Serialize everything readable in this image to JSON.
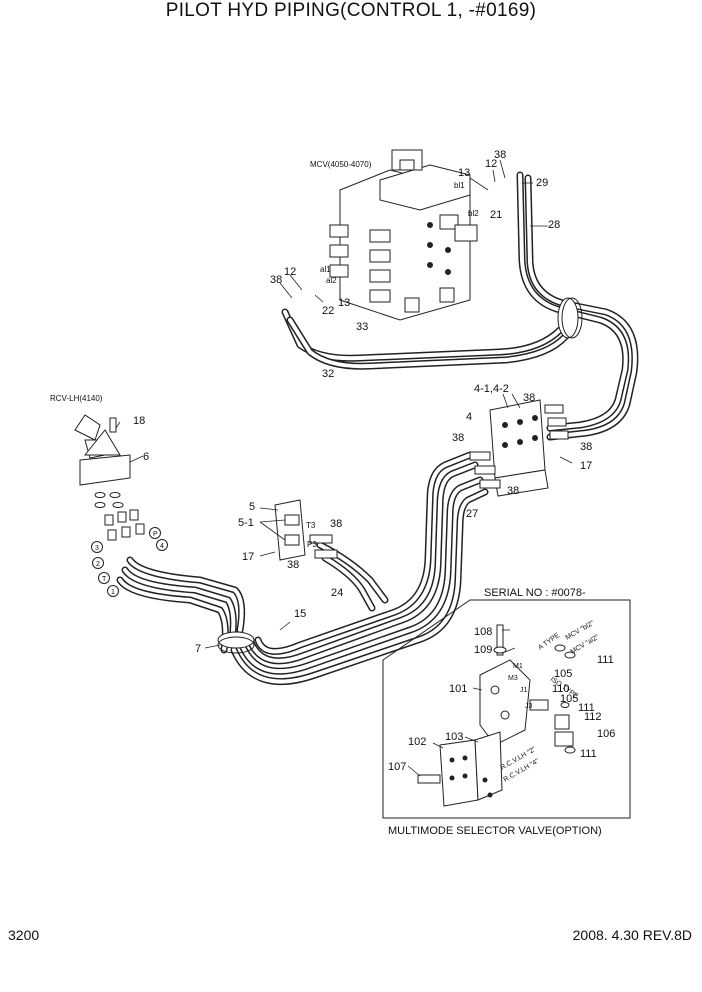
{
  "title": "PILOT HYD PIPING(CONTROL 1, -#0169)",
  "page_number": "3200",
  "revision": "2008. 4.30 REV.8D",
  "callouts": {
    "mcv": "MCV(4050-4070)",
    "rcv": "RCV-LH(4140)",
    "serial": "SERIAL NO : #0078-",
    "multimode": "MULTIMODE SELECTOR VALVE(OPTION)",
    "p12a": "12",
    "p38a": "38",
    "p13a": "13",
    "p29": "29",
    "p21": "21",
    "p28": "28",
    "bl1": "bl1",
    "bl2": "bl2",
    "al1": "al1",
    "al2": "al2",
    "p38b": "38",
    "p12b": "12",
    "p13b": "13",
    "p22": "22",
    "p33": "33",
    "p32": "32",
    "p18": "18",
    "p6": "6",
    "p4_12": "4-1,4-2",
    "p4": "4",
    "p38c": "38",
    "p38d": "38",
    "p38e": "38",
    "p38f": "38",
    "p17a": "17",
    "p27": "27",
    "p5": "5",
    "p5_1": "5-1",
    "t3": "T3",
    "p3": "P3",
    "p38g": "38",
    "p38h": "38",
    "p17b": "17",
    "p24": "24",
    "c_p": "P",
    "c_4": "4",
    "c_3": "3",
    "c_2": "2",
    "c_t": "T",
    "c_1": "1",
    "p15": "15",
    "p7": "7",
    "p108": "108",
    "p109": "109",
    "p101": "101",
    "p111a": "111",
    "p105a": "105",
    "p110": "110",
    "p105b": "105",
    "p111b": "111",
    "p112": "112",
    "p106": "106",
    "p111c": "111",
    "p102": "102",
    "p103": "103",
    "p107": "107",
    "a_type": "A TYPE",
    "iso_type": "ISO TYPE",
    "mcv_b2": "MCV \"bl2\"",
    "mcv_al2": "MCV \"al2\"",
    "m1": "M1",
    "m3": "M3",
    "j1": "J1",
    "j3": "J3",
    "rcv_lh2": "R.C.V.LH \"2\"",
    "rcv_lh4": "R.C.V.LH \"4\""
  }
}
